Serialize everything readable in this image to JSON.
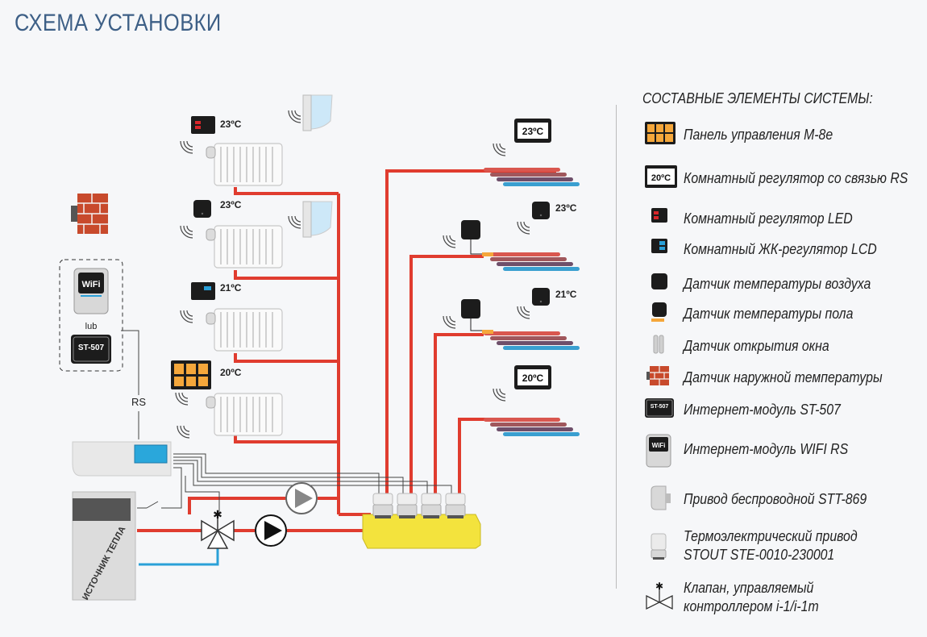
{
  "title": "СХЕМА УСТАНОВКИ",
  "diagram": {
    "radiator_temps": [
      "23ºC",
      "23ºC",
      "21ºC",
      "20ºC"
    ],
    "floor_display_1": "23ºC",
    "floor_temp_2": "23ºC",
    "floor_temp_3": "21ºC",
    "floor_display_4": "20ºC",
    "wifi_label": "WiFi",
    "lub_label": "lub",
    "st507_label": "ST-507",
    "rs_label": "RS",
    "heat_source_label": "ИСТОЧНИК ТЕПЛА"
  },
  "legend": {
    "heading": "СОСТАВНЫЕ ЭЛЕМЕНТЫ СИСТЕМЫ:",
    "items": [
      {
        "icon": "control-panel-icon",
        "label": "Панель управления M-8e"
      },
      {
        "icon": "rs-room-regulator-icon",
        "icon_text": "20ºC",
        "label": "Комнатный регулятор со связью RS"
      },
      {
        "icon": "led-regulator-icon",
        "label": "Комнатный регулятор LED"
      },
      {
        "icon": "lcd-regulator-icon",
        "label": "Комнатный ЖК-регулятор LCD"
      },
      {
        "icon": "air-sensor-icon",
        "label": "Датчик температуры воздуха"
      },
      {
        "icon": "floor-sensor-icon",
        "label": "Датчик температуры пола"
      },
      {
        "icon": "window-sensor-icon",
        "label": "Датчик открытия окна"
      },
      {
        "icon": "outdoor-sensor-icon",
        "label": "Датчик наружной температуры"
      },
      {
        "icon": "st507-module-icon",
        "icon_text": "ST-507",
        "label": "Интернет-модуль ST-507"
      },
      {
        "icon": "wifi-module-icon",
        "icon_text": "WiFi",
        "label": "Интернет-модуль WIFI RS"
      },
      {
        "icon": "wireless-actuator-icon",
        "label": "Привод беспроводной STT-869"
      },
      {
        "icon": "thermo-actuator-icon",
        "label_line1": "Термоэлектрический привод",
        "label_line2": "STOUT STE-0010-230001"
      },
      {
        "icon": "valve-icon",
        "label_line1": "Клапан, управляемый",
        "label_line2": "контроллером i-1/i-1m"
      }
    ]
  }
}
